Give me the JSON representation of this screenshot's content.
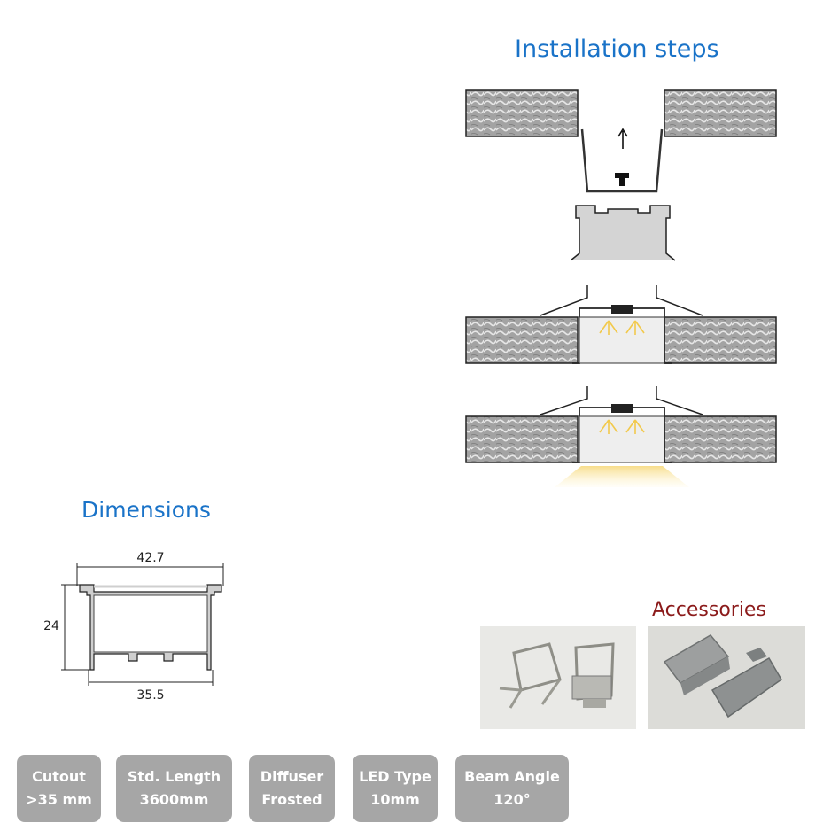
{
  "titles": {
    "installation": "Installation steps",
    "dimensions": "Dimensions",
    "accessories": "Accessories"
  },
  "dimensions": {
    "width_top": "42.7",
    "height": "24",
    "width_bottom": "35.5"
  },
  "specs": [
    {
      "label": "Cutout",
      "value": ">35 mm"
    },
    {
      "label": "Std. Length",
      "value": "3600mm"
    },
    {
      "label": "Diffuser",
      "value": "Frosted"
    },
    {
      "label": "LED Type",
      "value": "10mm"
    },
    {
      "label": "Beam Angle",
      "value": "120°"
    }
  ],
  "colors": {
    "title_blue": "#1a73c8",
    "accessories_red": "#8b1a1a",
    "spec_badge": "#a6a6a6",
    "ceiling_fill": "#9a9a9a",
    "led_glow": "#f2c94c"
  }
}
